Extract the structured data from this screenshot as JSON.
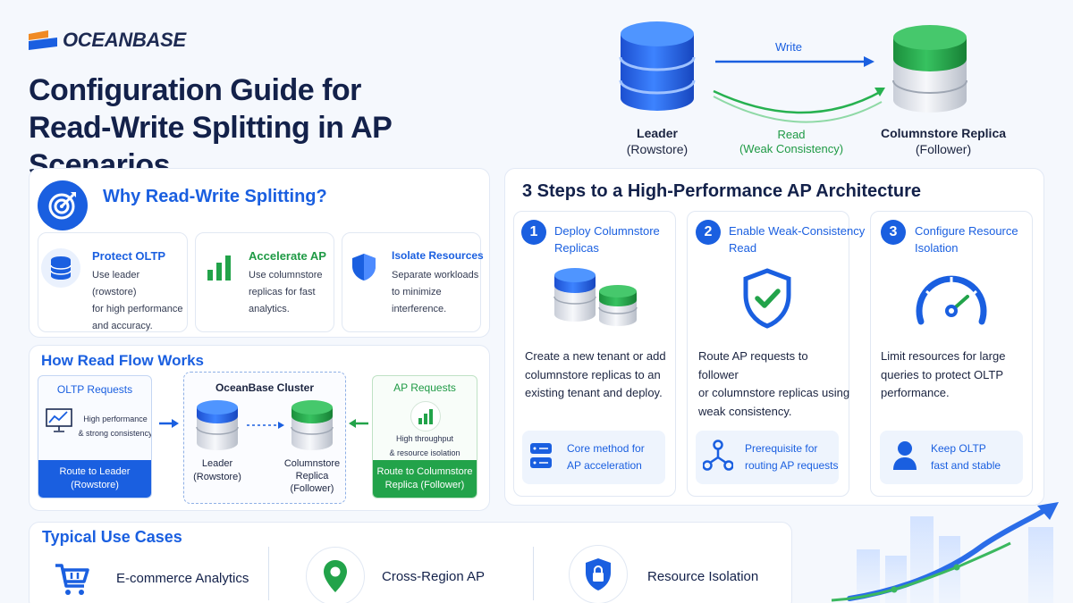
{
  "brand": {
    "logo_text": "OCEANBASE"
  },
  "title": {
    "line1": "Configuration Guide for",
    "line2": "Read-Write Splitting in AP Scenarios"
  },
  "top_diagram": {
    "leader_title": "Leader",
    "leader_sub": "(Rowstore)",
    "replica_title": "Columnstore Replica",
    "replica_sub": "(Follower)",
    "write_label": "Write",
    "read_label": "Read",
    "read_sub": "(Weak Consistency)"
  },
  "why": {
    "title": "Why Read-Write Splitting?",
    "cards": [
      {
        "title": "Protect OLTP",
        "text": [
          "Use leader (rowstore)",
          "for high performance",
          "and accuracy."
        ],
        "icon": "database-icon"
      },
      {
        "title": "Accelerate AP",
        "text": [
          "Use columnstore",
          "replicas for fast",
          "analytics."
        ],
        "icon": "bar-chart-icon"
      },
      {
        "title": "Isolate Resources",
        "text": [
          "Separate workloads",
          "to minimize",
          "interference."
        ],
        "icon": "shield-icon"
      }
    ]
  },
  "flow": {
    "title": "How Read Flow Works",
    "oltp": {
      "head": "OLTP Requests",
      "desc": [
        "High performance",
        "& strong consistency"
      ],
      "foot": [
        "Route to Leader",
        "(Rowstore)"
      ]
    },
    "cluster": {
      "head": "OceanBase Cluster",
      "leader": [
        "Leader",
        "(Rowstore)"
      ],
      "replica": [
        "Columnstore",
        "Replica",
        "(Follower)"
      ]
    },
    "ap": {
      "head": "AP Requests",
      "desc": [
        "High throughput",
        "& resource isolation"
      ],
      "foot": [
        "Route to Columnstore",
        "Replica (Follower)"
      ]
    }
  },
  "steps": {
    "title": "3 Steps to a High-Performance AP Architecture",
    "items": [
      {
        "num": "1",
        "title": [
          "Deploy Columnstore",
          "Replicas"
        ],
        "text": [
          "Create a new tenant or add",
          "columnstore replicas to an",
          "existing tenant and deploy."
        ],
        "foot": [
          "Core method for",
          "AP acceleration"
        ]
      },
      {
        "num": "2",
        "title": [
          "Enable Weak-Consistency",
          "Read"
        ],
        "text": [
          "Route AP requests to follower",
          "or columnstore replicas using",
          "weak consistency."
        ],
        "foot": [
          "Prerequisite for",
          "routing AP requests"
        ]
      },
      {
        "num": "3",
        "title": [
          "Configure Resource",
          "Isolation"
        ],
        "text": [
          "Limit resources for large",
          "queries to protect OLTP",
          "performance."
        ],
        "foot": [
          "Keep OLTP",
          "fast and stable"
        ]
      }
    ]
  },
  "cases": {
    "title": "Typical Use Cases",
    "items": [
      {
        "label": "E-commerce Analytics",
        "icon": "cart-icon"
      },
      {
        "label": "Cross-Region AP",
        "icon": "location-pin-icon"
      },
      {
        "label": "Resource Isolation",
        "icon": "lock-icon"
      }
    ]
  },
  "colors": {
    "primary": "#1a5fe0",
    "green": "#22a34a",
    "navy": "#13214a",
    "orange": "#f08a24"
  }
}
